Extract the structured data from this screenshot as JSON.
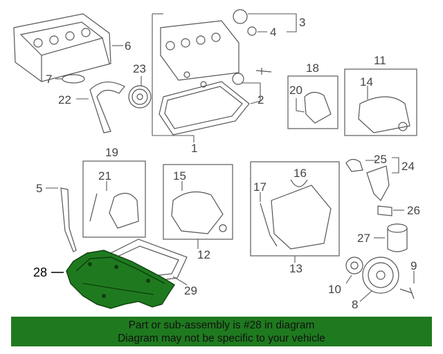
{
  "callouts": {
    "c1": "1",
    "c2": "2",
    "c3": "3",
    "c4": "4",
    "c5": "5",
    "c6": "6",
    "c7": "7",
    "c8": "8",
    "c9": "9",
    "c10": "10",
    "c11": "11",
    "c12": "12",
    "c13": "13",
    "c14": "14",
    "c15": "15",
    "c16": "16",
    "c17": "17",
    "c18": "18",
    "c19": "19",
    "c20": "20",
    "c21": "21",
    "c22": "22",
    "c23": "23",
    "c24": "24",
    "c25": "25",
    "c26": "26",
    "c27": "27",
    "c28": "28",
    "c29": "29"
  },
  "highlight": {
    "part": "28",
    "color": "#1f7a1f"
  },
  "banner": {
    "line1": "Part or sub-assembly is #28 in diagram",
    "line2": "Diagram may not be specific to your vehicle",
    "color": "#1f7a1f"
  }
}
